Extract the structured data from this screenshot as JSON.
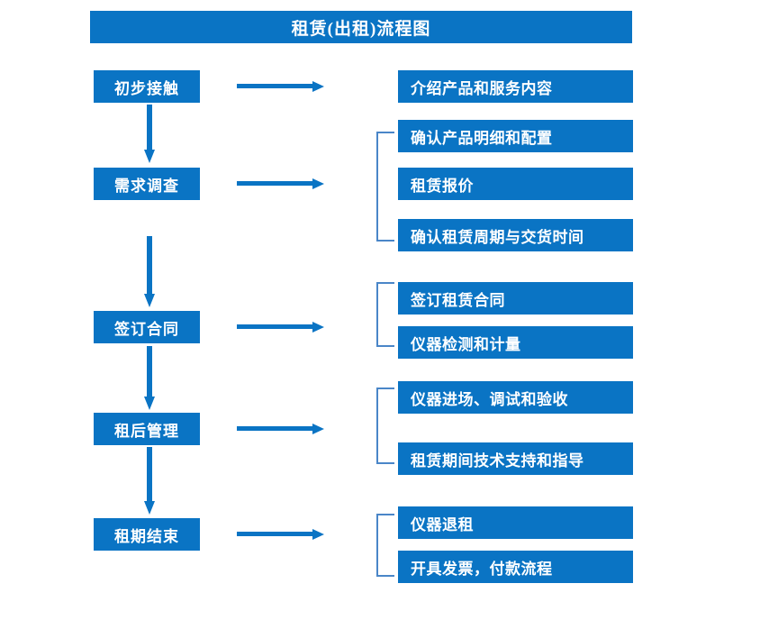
{
  "diagram": {
    "title": "租赁(出租)流程图",
    "accent_color": "#0A74C4",
    "bracket_color": "#4A86C8",
    "arrow_color": "#0A74C4",
    "text_color": "#FFFFFF",
    "background_color": "#FFFFFF",
    "type": "flowchart",
    "stages": [
      {
        "id": "stage-1",
        "label": "初步接触",
        "details": [
          "介绍产品和服务内容"
        ]
      },
      {
        "id": "stage-2",
        "label": "需求调查",
        "details": [
          "确认产品明细和配置",
          "租赁报价",
          "确认租赁周期与交货时间"
        ]
      },
      {
        "id": "stage-3",
        "label": "签订合同",
        "details": [
          "签订租赁合同",
          "仪器检测和计量"
        ]
      },
      {
        "id": "stage-4",
        "label": "租后管理",
        "details": [
          "仪器进场、调试和验收",
          "租赁期间技术支持和指导"
        ]
      },
      {
        "id": "stage-5",
        "label": "租期结束",
        "details": [
          "仪器退租",
          "开具发票，付款流程"
        ]
      }
    ]
  }
}
